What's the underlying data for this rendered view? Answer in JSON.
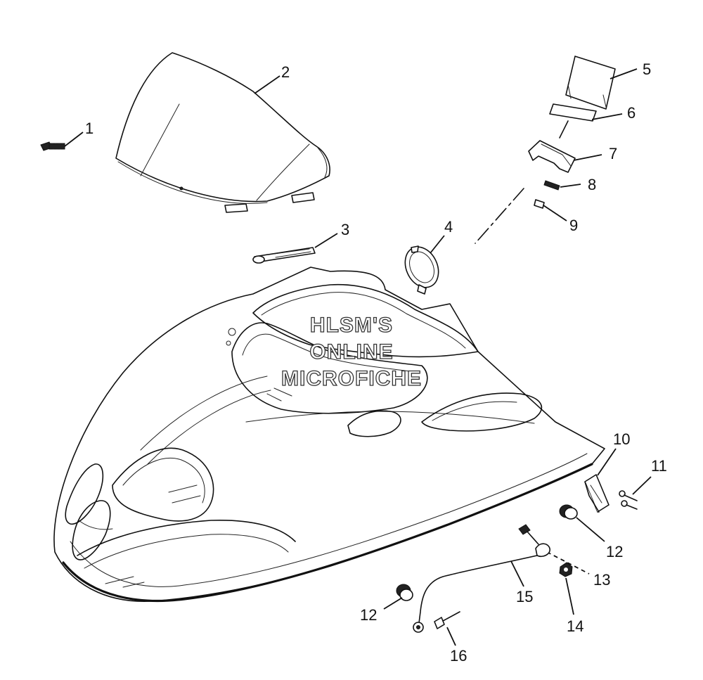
{
  "watermark": {
    "line1": "HLSM'S",
    "line2": "ONLINE",
    "line3": "MICROFICHE"
  },
  "callouts": [
    {
      "number": "1"
    },
    {
      "number": "2"
    },
    {
      "number": "3"
    },
    {
      "number": "4"
    },
    {
      "number": "5"
    },
    {
      "number": "6"
    },
    {
      "number": "7"
    },
    {
      "number": "8"
    },
    {
      "number": "9"
    },
    {
      "number": "10"
    },
    {
      "number": "11"
    },
    {
      "number": "12"
    },
    {
      "number": "12"
    },
    {
      "number": "13"
    },
    {
      "number": "14"
    },
    {
      "number": "15"
    },
    {
      "number": "16"
    }
  ]
}
